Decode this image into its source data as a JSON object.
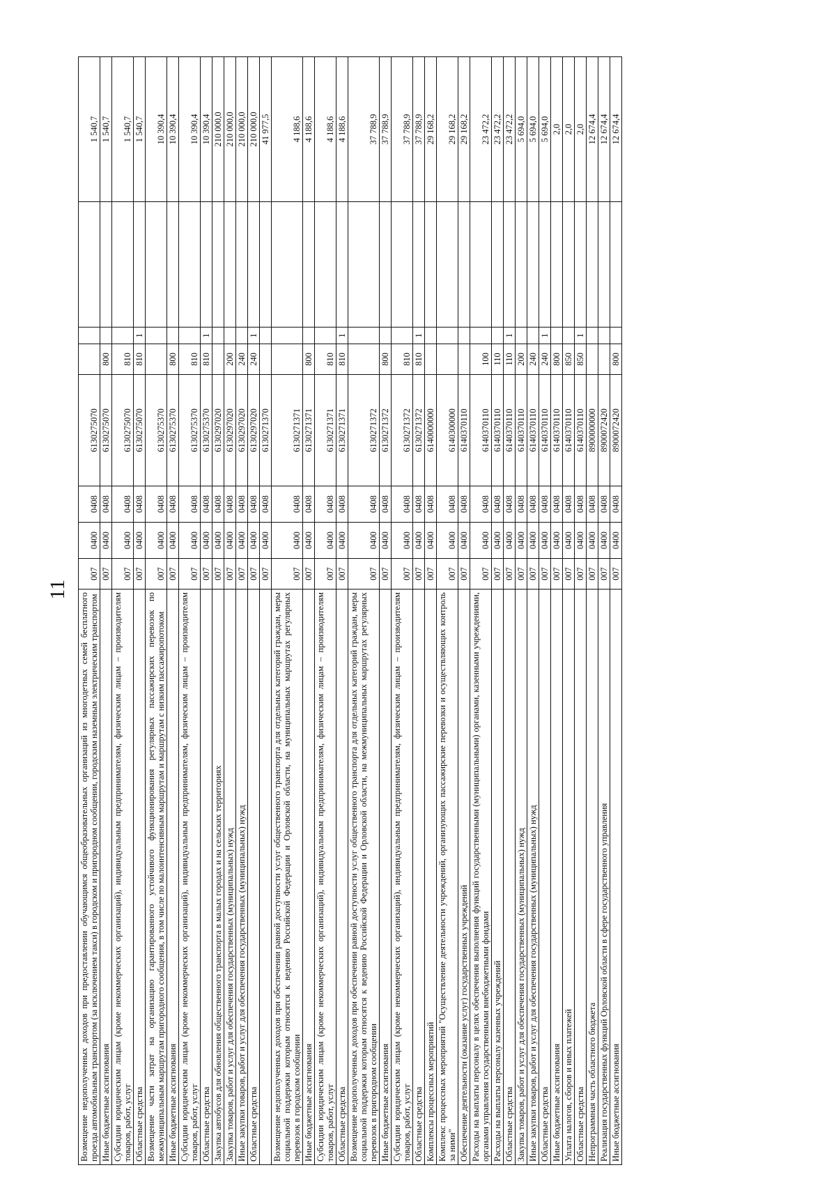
{
  "page": {
    "number": "11"
  },
  "table": {
    "rows": [
      {
        "name": "Возмещение недополученных доходов при предоставлении обучающимся общеобразовательных организаций из многодетных семей бесплатного проезда автомобильным транспортом (за исключением такси) в городском и пригородном сообщении, городским наземным электрическим транспортом",
        "grbs": "007",
        "rz": "0400",
        "pr": "0408",
        "csr": "6130275070",
        "vr": "",
        "flag": "",
        "sum1": "",
        "sum2": "1 540,7"
      },
      {
        "name": "Иные бюджетные ассигнования",
        "grbs": "007",
        "rz": "0400",
        "pr": "0408",
        "csr": "6130275070",
        "vr": "800",
        "flag": "",
        "sum1": "",
        "sum2": "1 540,7"
      },
      {
        "name": "Субсидии юридическим лицам (кроме некоммерческих организаций), индивидуальным предпринимателям, физическим лицам – производителям товаров, работ, услуг",
        "grbs": "007",
        "rz": "0400",
        "pr": "0408",
        "csr": "6130275070",
        "vr": "810",
        "flag": "",
        "sum1": "",
        "sum2": "1 540,7"
      },
      {
        "name": "Областные средства",
        "grbs": "007",
        "rz": "0400",
        "pr": "0408",
        "csr": "6130275070",
        "vr": "810",
        "flag": "1",
        "sum1": "",
        "sum2": "1 540,7"
      },
      {
        "name": "Возмещение части затрат на организацию гарантированного устойчивого функционирования регулярных пассажирских перевозок по межмуниципальным маршрутам пригородного сообщения, в том числе по малоинтенсивным маршрутам и маршрутам с низким пассажиропотоком",
        "grbs": "007",
        "rz": "0400",
        "pr": "0408",
        "csr": "6130275370",
        "vr": "",
        "flag": "",
        "sum1": "",
        "sum2": "10 390,4"
      },
      {
        "name": "Иные бюджетные ассигнования",
        "grbs": "007",
        "rz": "0400",
        "pr": "0408",
        "csr": "6130275370",
        "vr": "800",
        "flag": "",
        "sum1": "",
        "sum2": "10 390,4"
      },
      {
        "name": "Субсидии юридическим лицам (кроме некоммерческих организаций), индивидуальным предпринимателям, физическим лицам – производителям товаров, работ, услуг",
        "grbs": "007",
        "rz": "0400",
        "pr": "0408",
        "csr": "6130275370",
        "vr": "810",
        "flag": "",
        "sum1": "",
        "sum2": "10 390,4"
      },
      {
        "name": "Областные средства",
        "grbs": "007",
        "rz": "0400",
        "pr": "0408",
        "csr": "6130275370",
        "vr": "810",
        "flag": "1",
        "sum1": "",
        "sum2": "10 390,4"
      },
      {
        "name": "Закупка автобусов для обновления общественного транспорта в малых городах и на сельских территориях",
        "grbs": "007",
        "rz": "0400",
        "pr": "0408",
        "csr": "6130297020",
        "vr": "",
        "flag": "",
        "sum1": "",
        "sum2": "210 000,0"
      },
      {
        "name": "Закупка товаров, работ и услуг для обеспечения государственных (муниципальных) нужд",
        "grbs": "007",
        "rz": "0400",
        "pr": "0408",
        "csr": "6130297020",
        "vr": "200",
        "flag": "",
        "sum1": "",
        "sum2": "210 000,0"
      },
      {
        "name": "Иные закупки товаров, работ и услуг для обеспечения государственных (муниципальных) нужд",
        "grbs": "007",
        "rz": "0400",
        "pr": "0408",
        "csr": "6130297020",
        "vr": "240",
        "flag": "",
        "sum1": "",
        "sum2": "210 000,0"
      },
      {
        "name": "Областные средства",
        "grbs": "007",
        "rz": "0400",
        "pr": "0408",
        "csr": "6130297020",
        "vr": "240",
        "flag": "1",
        "sum1": "",
        "sum2": "210 000,0"
      },
      {
        "name": "",
        "grbs": "007",
        "rz": "0400",
        "pr": "0408",
        "csr": "6130271370",
        "vr": "",
        "flag": "",
        "sum1": "",
        "sum2": "41 977,5"
      },
      {
        "name": "Возмещение недополученных доходов при обеспечении равной доступности услуг общественного транспорта для отдельных категорий граждан, меры социальной поддержки которым относятся к ведению Российской Федерации и Орловской области, на муниципальных маршрутах регулярных перевозок в городском сообщении",
        "grbs": "007",
        "rz": "0400",
        "pr": "0408",
        "csr": "6130271371",
        "vr": "",
        "flag": "",
        "sum1": "",
        "sum2": "4 188,6"
      },
      {
        "name": "Иные бюджетные ассигнования",
        "grbs": "007",
        "rz": "0400",
        "pr": "0408",
        "csr": "6130271371",
        "vr": "800",
        "flag": "",
        "sum1": "",
        "sum2": "4 188,6"
      },
      {
        "name": "Субсидии юридическим лицам (кроме некоммерческих организаций), индивидуальным предпринимателям, физическим лицам – производителям товаров, работ, услуг",
        "grbs": "007",
        "rz": "0400",
        "pr": "0408",
        "csr": "6130271371",
        "vr": "810",
        "flag": "",
        "sum1": "",
        "sum2": "4 188,6"
      },
      {
        "name": "Областные средства",
        "grbs": "007",
        "rz": "0400",
        "pr": "0408",
        "csr": "6130271371",
        "vr": "810",
        "flag": "1",
        "sum1": "",
        "sum2": "4 188,6"
      },
      {
        "name": "Возмещение недополученных доходов при обеспечении равной доступности услуг общественного транспорта для отдельных категорий граждан, меры социальной поддержки которым относятся к ведению Российской Федерации и Орловской области, на межмуниципальных маршрутах регулярных перевозок в пригородном сообщении",
        "grbs": "007",
        "rz": "0400",
        "pr": "0408",
        "csr": "6130271372",
        "vr": "",
        "flag": "",
        "sum1": "",
        "sum2": "37 788,9"
      },
      {
        "name": "Иные бюджетные ассигнования",
        "grbs": "007",
        "rz": "0400",
        "pr": "0408",
        "csr": "6130271372",
        "vr": "800",
        "flag": "",
        "sum1": "",
        "sum2": "37 788,9"
      },
      {
        "name": "Субсидии юридическим лицам (кроме некоммерческих организаций), индивидуальным предпринимателям, физическим лицам – производителям товаров, работ, услуг",
        "grbs": "007",
        "rz": "0400",
        "pr": "0408",
        "csr": "6130271372",
        "vr": "810",
        "flag": "",
        "sum1": "",
        "sum2": "37 788,9"
      },
      {
        "name": "Областные средства",
        "grbs": "007",
        "rz": "0400",
        "pr": "0408",
        "csr": "6130271372",
        "vr": "810",
        "flag": "1",
        "sum1": "",
        "sum2": "37 788,9"
      },
      {
        "name": "Комплексы процессных мероприятий",
        "grbs": "007",
        "rz": "0400",
        "pr": "0408",
        "csr": "6140000000",
        "vr": "",
        "flag": "",
        "sum1": "",
        "sum2": "29 168,2"
      },
      {
        "name": "Комплекс процессных мероприятий \"Осуществление деятельности учреждений, организующих пассажирские перевозки и осуществляющих контроль за ними\"",
        "grbs": "007",
        "rz": "0400",
        "pr": "0408",
        "csr": "6140300000",
        "vr": "",
        "flag": "",
        "sum1": "",
        "sum2": "29 168,2"
      },
      {
        "name": "Обеспечение деятельности (оказание услуг) государственных учреждений",
        "grbs": "007",
        "rz": "0400",
        "pr": "0408",
        "csr": "6140370110",
        "vr": "",
        "flag": "",
        "sum1": "",
        "sum2": "29 168,2"
      },
      {
        "name": "Расходы на выплаты персоналу в целях обеспечения выполнения функций государственными (муниципальными) органами, казенными учреждениями, органами управления государственными внебюджетными фондами",
        "grbs": "007",
        "rz": "0400",
        "pr": "0408",
        "csr": "6140370110",
        "vr": "100",
        "flag": "",
        "sum1": "",
        "sum2": "23 472,2"
      },
      {
        "name": "Расходы на выплаты персоналу казенных учреждений",
        "grbs": "007",
        "rz": "0400",
        "pr": "0408",
        "csr": "6140370110",
        "vr": "110",
        "flag": "",
        "sum1": "",
        "sum2": "23 472,2"
      },
      {
        "name": "Областные средства",
        "grbs": "007",
        "rz": "0400",
        "pr": "0408",
        "csr": "6140370110",
        "vr": "110",
        "flag": "1",
        "sum1": "",
        "sum2": "23 472,2"
      },
      {
        "name": "Закупка товаров, работ и услуг для обеспечения государственных (муниципальных) нужд",
        "grbs": "007",
        "rz": "0400",
        "pr": "0408",
        "csr": "6140370110",
        "vr": "200",
        "flag": "",
        "sum1": "",
        "sum2": "5 694,0"
      },
      {
        "name": "Иные закупки товаров, работ и услуг для обеспечения государственных (муниципальных) нужд",
        "grbs": "007",
        "rz": "0400",
        "pr": "0408",
        "csr": "6140370110",
        "vr": "240",
        "flag": "",
        "sum1": "",
        "sum2": "5 694,0"
      },
      {
        "name": "Областные средства",
        "grbs": "007",
        "rz": "0400",
        "pr": "0408",
        "csr": "6140370110",
        "vr": "240",
        "flag": "1",
        "sum1": "",
        "sum2": "5 694,0"
      },
      {
        "name": "Иные бюджетные ассигнования",
        "grbs": "007",
        "rz": "0400",
        "pr": "0408",
        "csr": "6140370110",
        "vr": "800",
        "flag": "",
        "sum1": "",
        "sum2": "2,0"
      },
      {
        "name": "Уплата налогов, сборов и иных платежей",
        "grbs": "007",
        "rz": "0400",
        "pr": "0408",
        "csr": "6140370110",
        "vr": "850",
        "flag": "",
        "sum1": "",
        "sum2": "2,0"
      },
      {
        "name": "Областные средства",
        "grbs": "007",
        "rz": "0400",
        "pr": "0408",
        "csr": "6140370110",
        "vr": "850",
        "flag": "1",
        "sum1": "",
        "sum2": "2,0"
      },
      {
        "name": "Непрограммная часть областного бюджета",
        "grbs": "007",
        "rz": "0400",
        "pr": "0408",
        "csr": "8900000000",
        "vr": "",
        "flag": "",
        "sum1": "",
        "sum2": "12 674,4"
      },
      {
        "name": "Реализация государственных функций Орловской области в сфере государственного управления",
        "grbs": "007",
        "rz": "0400",
        "pr": "0408",
        "csr": "8900072420",
        "vr": "",
        "flag": "",
        "sum1": "",
        "sum2": "12 674,4"
      },
      {
        "name": "Иные бюджетные ассигнования",
        "grbs": "007",
        "rz": "0400",
        "pr": "0408",
        "csr": "8900072420",
        "vr": "800",
        "flag": "",
        "sum1": "",
        "sum2": "12 674,4"
      }
    ]
  }
}
